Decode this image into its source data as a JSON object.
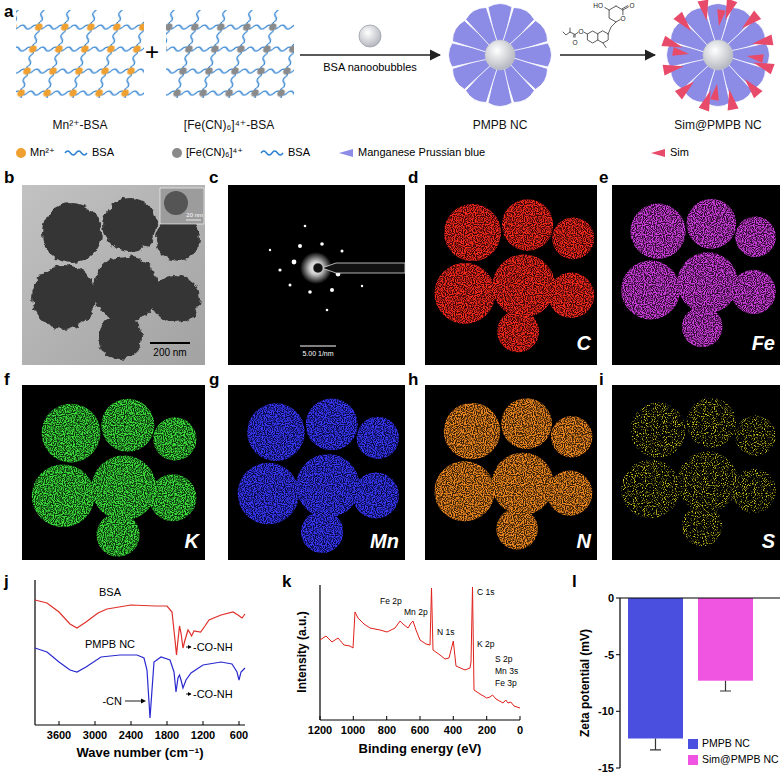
{
  "diagram": {
    "nodes": [
      {
        "text": [
          "Mn²⁺-BSA"
        ]
      },
      {
        "text": [
          "[Fe(CN)₆]⁴⁺-BSA"
        ]
      },
      {
        "text": [
          "PMPB NC"
        ]
      },
      {
        "text": [
          "Sim@PMPB NC"
        ]
      }
    ],
    "edges": [
      {
        "from": 1,
        "to": 2,
        "arrow": "to",
        "label": "BSA nanoobubbles"
      },
      {
        "from": 2,
        "to": 3,
        "arrow": "to"
      }
    ],
    "labels": [
      "a",
      "+",
      "HO",
      "O",
      "O",
      "O",
      "O",
      "b",
      "20 nm",
      "200 nm",
      "c",
      "5.00 1/nm",
      "d",
      "C",
      "e",
      "Fe",
      "f",
      "K",
      "g",
      "Mn",
      "h",
      "N",
      "i",
      "S",
      "j",
      "BSA",
      "PMPB NC",
      "-CO-NH",
      "-CN",
      "-CO-NH",
      "3600",
      "3000",
      "2400",
      "1800",
      "1200",
      "600",
      "Wave number (cm⁻¹)",
      "k",
      "Intensity (a.u.)",
      "Fe 2p",
      "Mn 2p",
      "N 1s",
      "C 1s",
      "K 2p",
      "S 2p",
      "Mn 3s",
      "Fe 3p",
      "1200",
      "1000",
      "800",
      "600",
      "400",
      "200",
      "0",
      "Binding energy (eV)",
      "l",
      "Zeta potential (mV)",
      "0",
      "-5",
      "-10",
      "-15"
    ],
    "legend": [
      {
        "text": "Mn²⁺",
        "color": "#f0a030"
      },
      {
        "text": "BSA"
      },
      {
        "text": "[Fe(CN)₆]⁴⁺",
        "color": "#8a8a8a"
      },
      {
        "text": "BSA"
      },
      {
        "text": "Manganese Prussian blue",
        "color": "#8c8ce6"
      },
      {
        "text": "Sim",
        "color": "#e84a6a"
      },
      {
        "text": "PMPB NC",
        "color": "#4b4fe0"
      },
      {
        "text": "Sim@PMPB NC",
        "color": "#ef55e0"
      }
    ]
  }
}
